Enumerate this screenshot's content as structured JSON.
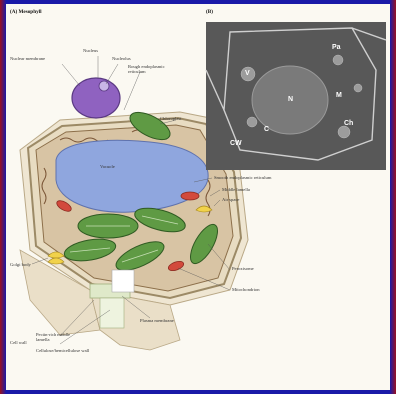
{
  "panel_a_title": "(A) Mesophyll",
  "panel_b_title": "(B)",
  "labels": {
    "nucleus": "Nucleus",
    "nuclear_membrane": "Nuclear membrane",
    "nucleolus": "Nucleolus",
    "rough_er": "Rough endoplasmic reticulum",
    "chloroplast": "Chloroplast",
    "vacuole": "Vacuole",
    "smooth_er": "Smooth endoplasmic reticulum",
    "middle_lamella": "Middle lamella",
    "air_space": "Air space",
    "golgi_body": "Golgi body",
    "peroxisome": "Peroxisome",
    "mitochondrion": "Mitochondrion",
    "plasma_membrane": "Plasma membrane",
    "cell_wall": "Cell wall",
    "pectin_middle_lamella": "Pectin-rich middle lamella",
    "cellulose_wall": "Cellulose/hemicellulose wall"
  },
  "micrograph_labels": {
    "v": "V",
    "n": "N",
    "c": "C",
    "cw": "CW",
    "m": "M",
    "pa": "Pa",
    "ch": "Ch"
  },
  "colors": {
    "border_blue": "#1a1aa8",
    "border_red": "#9a1020",
    "vacuole": "#8fa6de",
    "nucleus": "#8f62c0",
    "chloroplast": "#5f9a44",
    "cytoplasm": "#d8c4a4",
    "wall": "#e8dcc2",
    "micrograph": "#585858"
  }
}
